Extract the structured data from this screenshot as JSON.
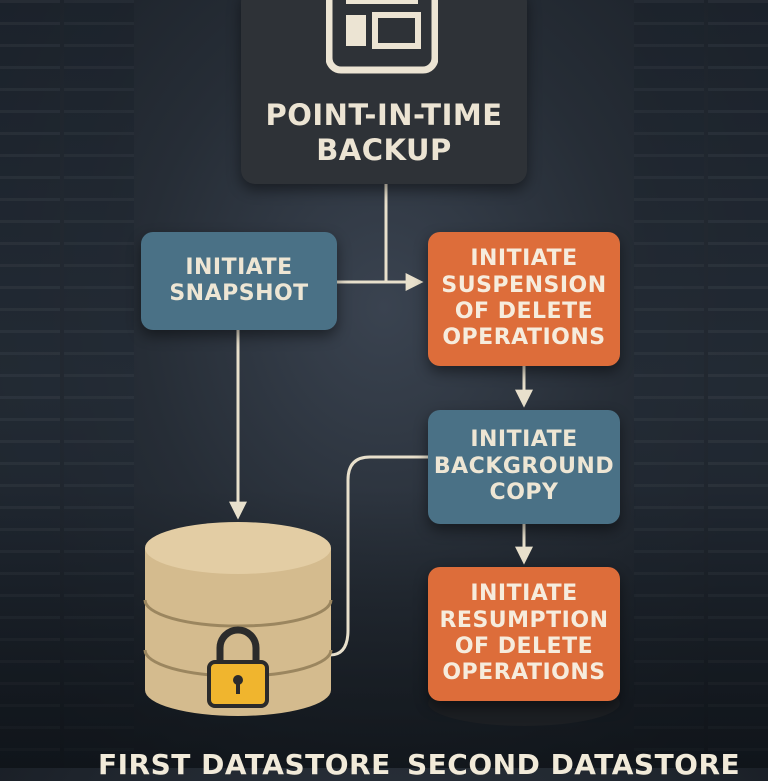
{
  "diagram": {
    "top": {
      "line1": "POINT-IN-TIME",
      "line2": "BACKUP",
      "icon": "window-layout-icon"
    },
    "snapshot": {
      "line1": "INITIATE",
      "line2": "SNAPSHOT"
    },
    "suspend": {
      "line1": "INITIATE",
      "line2": "SUSPENSION",
      "line3": "OF DELETE",
      "line4": "OPERATIONS"
    },
    "copy": {
      "line1": "INITIATE",
      "line2": "BACKGROUND",
      "line3": "COPY"
    },
    "resume": {
      "line1": "INITIATE",
      "line2": "RESUMPTION",
      "line3": "OF DELETE",
      "line4": "OPERATIONS"
    },
    "database": {
      "icon": "database-icon",
      "lock_icon": "padlock-icon"
    },
    "labels": {
      "first": "FIRST DATASTORE",
      "second": "SECOND DATASTORE"
    }
  },
  "colors": {
    "background": "#262d36",
    "top_box": "#2e3237",
    "blue_box": "#4a7186",
    "orange_box": "#dd6d3a",
    "text_light": "#ece4d3",
    "arrow": "#e8e0cc",
    "database": "#d9c196",
    "lock": "#f0b52e"
  }
}
